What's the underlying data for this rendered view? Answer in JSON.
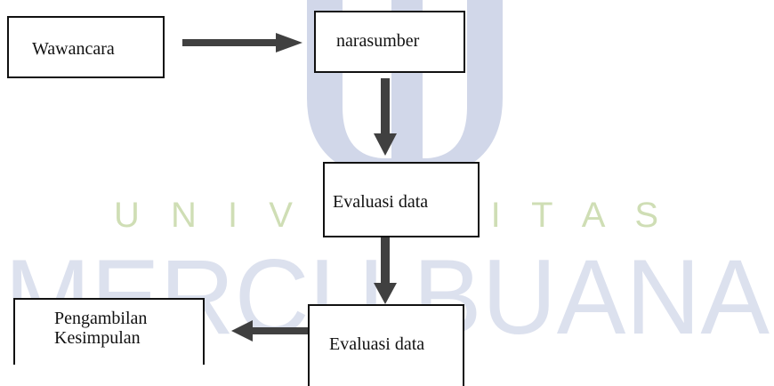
{
  "watermark": {
    "line1": "U N I V E R S I T A S",
    "line2": "MERCU BUANA",
    "color_text": "#c9d9a8",
    "color_logo": "#2f4a9a"
  },
  "nodes": {
    "wawancara": "Wawancara",
    "narasumber": "narasumber",
    "evaluasi1": "Evaluasi data",
    "evaluasi2": "Evaluasi data",
    "kesimpulan_line1": "Pengambilan",
    "kesimpulan_line2": "Kesimpulan"
  },
  "arrow_color": "#404040",
  "border_color": "#111111"
}
